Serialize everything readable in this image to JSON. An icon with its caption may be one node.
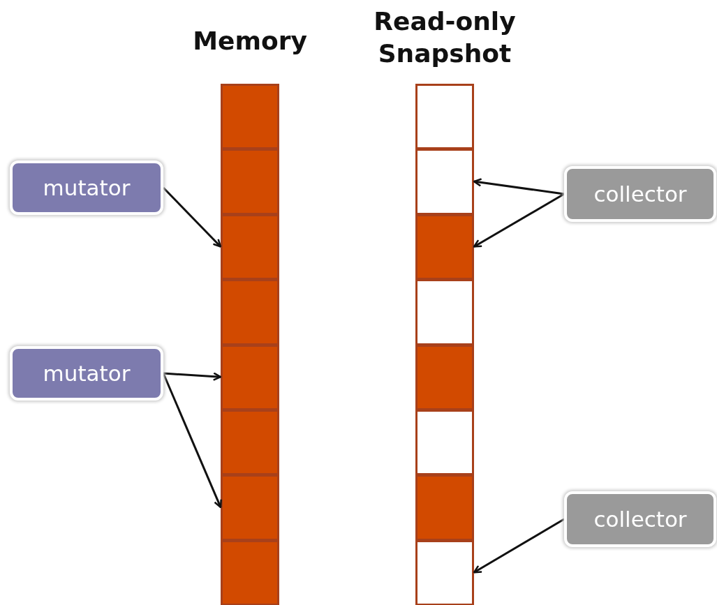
{
  "diagram": {
    "nodes": [
      {
        "text": [
          "Memory"
        ]
      },
      {
        "text": [],
        "shape": "box",
        "in": 0
      },
      {
        "text": [],
        "shape": "box",
        "in": 0
      },
      {
        "text": [],
        "shape": "box",
        "in": 0
      },
      {
        "text": [],
        "shape": "box",
        "in": 0
      },
      {
        "text": [],
        "shape": "box",
        "in": 0
      },
      {
        "text": [],
        "shape": "box",
        "in": 0
      },
      {
        "text": [],
        "shape": "box",
        "in": 0
      },
      {
        "text": [],
        "shape": "box",
        "in": 0
      },
      {
        "text": [
          "Read-only Snapshot"
        ]
      },
      {
        "text": [],
        "shape": "box",
        "in": 9
      },
      {
        "text": [],
        "shape": "box",
        "in": 9
      },
      {
        "text": [],
        "shape": "box",
        "in": 9
      },
      {
        "text": [],
        "shape": "box",
        "in": 9
      },
      {
        "text": [],
        "shape": "box",
        "in": 9
      },
      {
        "text": [],
        "shape": "box",
        "in": 9
      },
      {
        "text": [],
        "shape": "box",
        "in": 9
      },
      {
        "text": [],
        "shape": "box",
        "in": 9
      },
      {
        "text": [
          "mutator"
        ]
      },
      {
        "text": [
          "mutator"
        ]
      },
      {
        "text": [
          "collector"
        ]
      },
      {
        "text": [
          "collector"
        ]
      }
    ],
    "edges": [
      {
        "from": 18,
        "to": 3,
        "arrow": "to"
      },
      {
        "from": 19,
        "to": 5,
        "arrow": "to"
      },
      {
        "from": 19,
        "to": 7,
        "arrow": "to"
      },
      {
        "from": 20,
        "to": 11,
        "arrow": "to"
      },
      {
        "from": 20,
        "to": 12,
        "arrow": "to"
      },
      {
        "from": 21,
        "to": 17,
        "arrow": "to"
      }
    ]
  }
}
